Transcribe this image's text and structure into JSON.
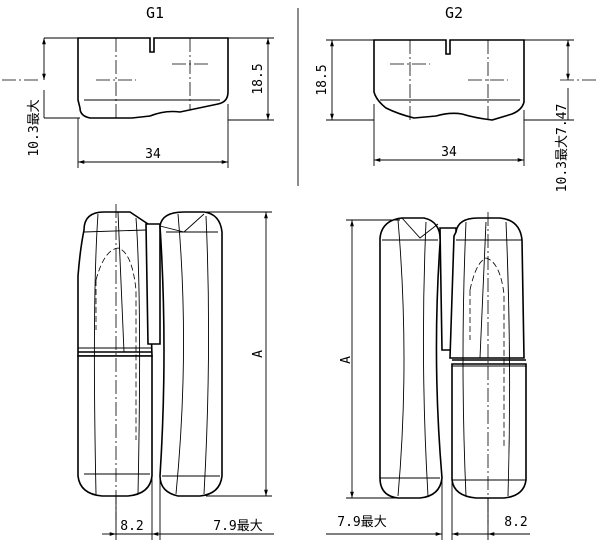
{
  "views": {
    "g1": {
      "title": "G1",
      "width": "34",
      "height": "18.5",
      "offset": "10.3最大"
    },
    "g2": {
      "title": "G2",
      "width": "34",
      "height": "18.5",
      "offset": "10.3最大7.47"
    }
  },
  "bottom": {
    "left": {
      "length": "A",
      "pitch": "8.2",
      "gap": "7.9最大"
    },
    "right": {
      "length": "A",
      "pitch": "8.2",
      "gap": "7.9最大"
    }
  },
  "colors": {
    "line": "#000000",
    "background": "#ffffff"
  }
}
